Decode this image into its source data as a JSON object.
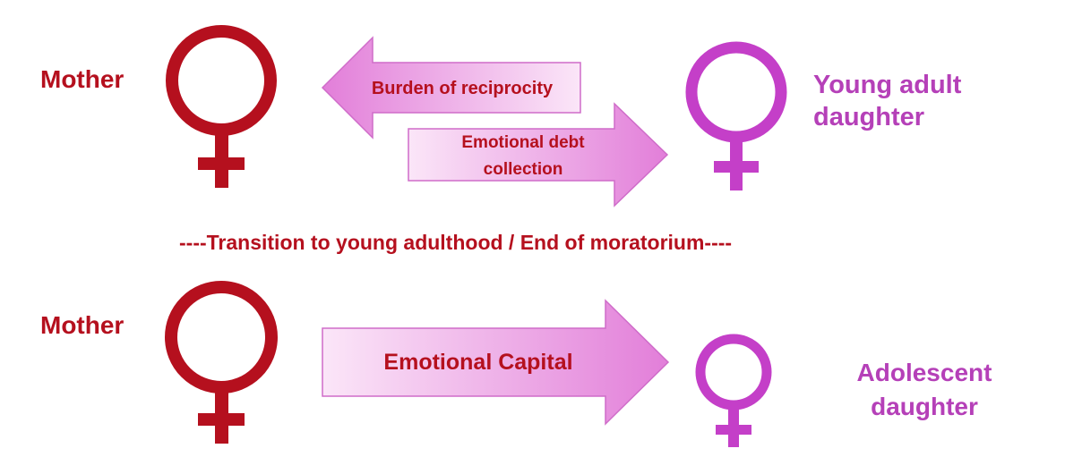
{
  "colors": {
    "mother": "#b5101e",
    "daughter": "#c43fc8",
    "daughter_text": "#b540b8",
    "arrow_text": "#a8101c",
    "arrow_fill_light": "#fbe6f8",
    "arrow_fill_dark": "#e27ed9",
    "arrow_stroke": "#cf6cc9"
  },
  "top": {
    "mother_label": "Mother",
    "daughter_label_line1": "Young adult",
    "daughter_label_line2": "daughter",
    "arrow_left_label": "Burden of reciprocity",
    "arrow_right_label_line1": "Emotional debt",
    "arrow_right_label_line2": "collection"
  },
  "divider": {
    "text": "----Transition to young adulthood / End of moratorium----"
  },
  "bottom": {
    "mother_label": "Mother",
    "daughter_label_line1": "Adolescent",
    "daughter_label_line2": "daughter",
    "arrow_label": "Emotional Capital"
  },
  "icons": {
    "mother_top": "female-symbol-icon",
    "daughter_top": "female-symbol-icon",
    "mother_bottom": "female-symbol-icon",
    "daughter_bottom": "female-symbol-icon"
  }
}
